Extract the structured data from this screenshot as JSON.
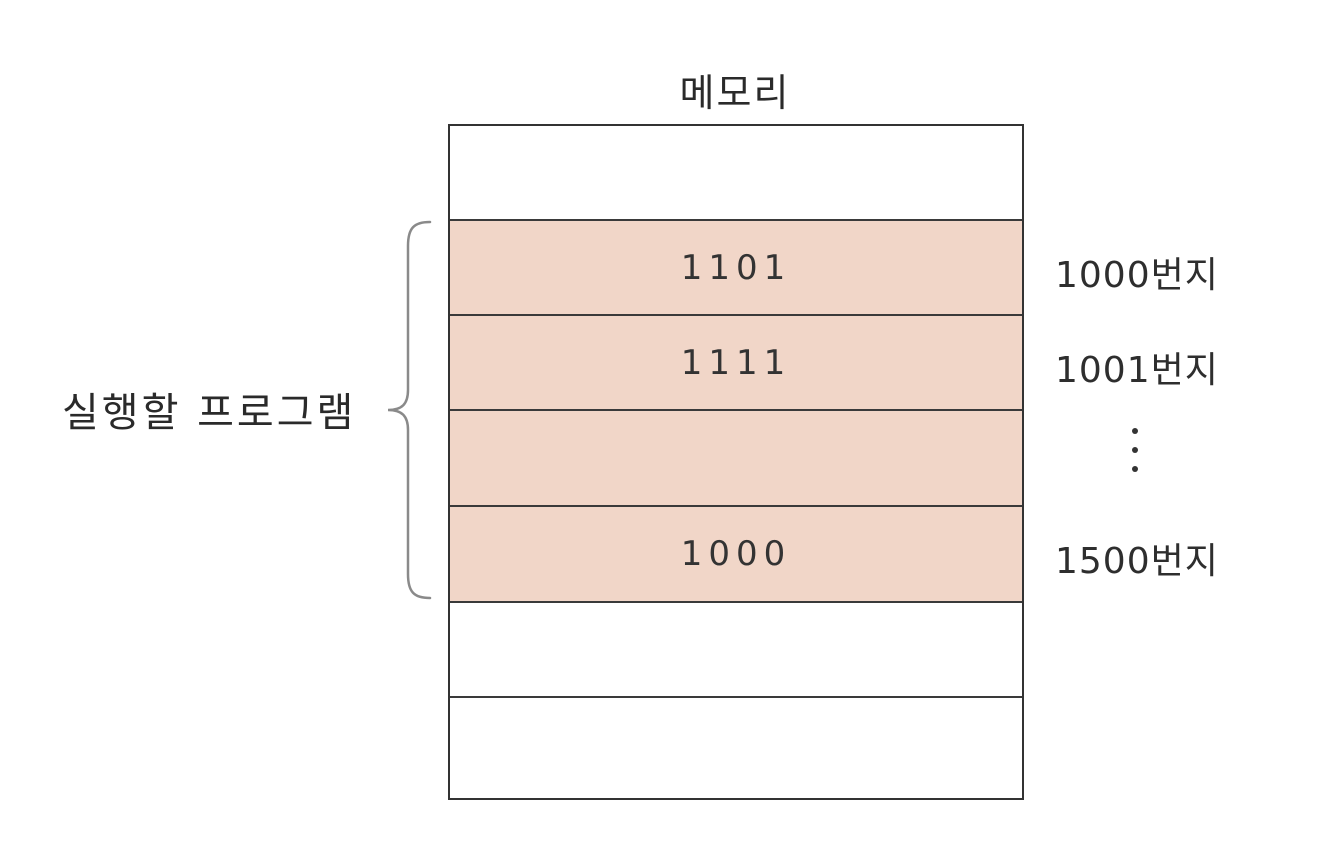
{
  "diagram": {
    "title": "메모리",
    "program_label": "실행할 프로그램",
    "cells": [
      {
        "value": "",
        "highlighted": false
      },
      {
        "value": "1101",
        "highlighted": true
      },
      {
        "value": "1111",
        "highlighted": true
      },
      {
        "value": "",
        "highlighted": true
      },
      {
        "value": "1000",
        "highlighted": true
      },
      {
        "value": "",
        "highlighted": false
      },
      {
        "value": "",
        "highlighted": false
      }
    ],
    "addresses": [
      "1000번지",
      "1001번지",
      "1500번지"
    ],
    "colors": {
      "highlight": "#f1d6c8",
      "line": "#333333"
    }
  }
}
